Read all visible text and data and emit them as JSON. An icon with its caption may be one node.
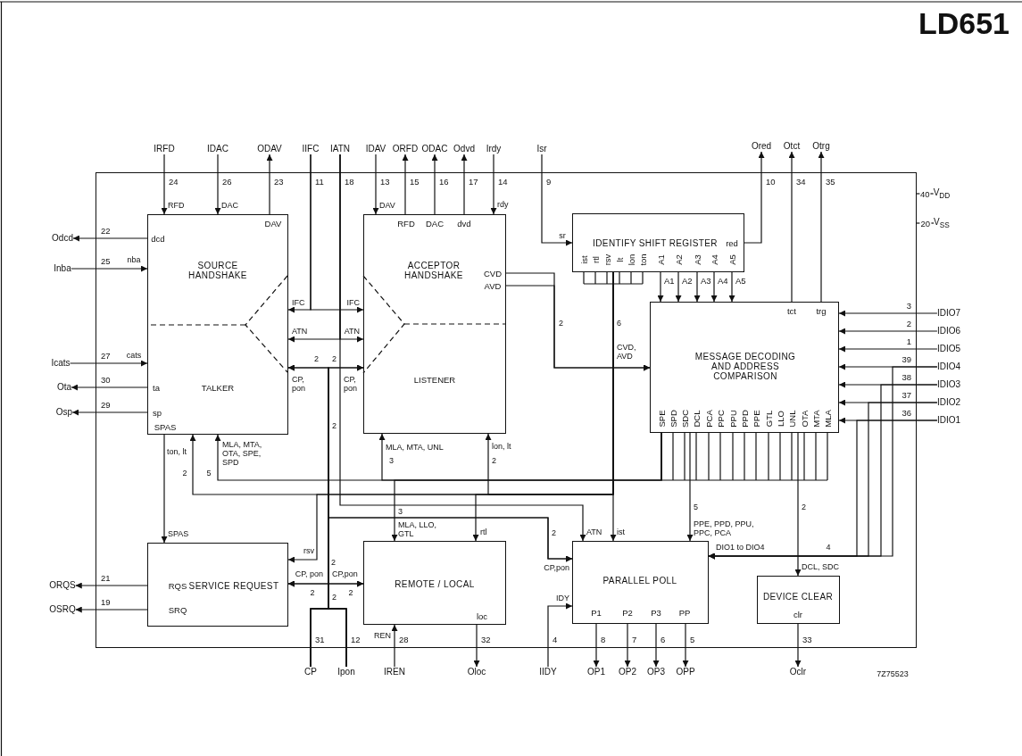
{
  "diagram": {
    "title": "LD651",
    "nodes": [
      {
        "text": [],
        "shape": "box"
      },
      {
        "text": [
          "DAV",
          "dcd",
          "SOURCE HANDSHAKE",
          "ta",
          "TALKER",
          "sp",
          "SPAS"
        ],
        "in": 0
      },
      {
        "text": [
          "RFD",
          "DAC",
          "dvd",
          "ACCEPTOR HANDSHAKE",
          "CVD",
          "AVD",
          "LISTENER"
        ],
        "in": 0
      },
      {
        "text": [
          "IDENTIFY SHIFT REGISTER",
          "red",
          "ist",
          "rtl",
          "rsv",
          "lt",
          "lon",
          "ton",
          "A1",
          "A2",
          "A3",
          "A4",
          "A5"
        ],
        "in": 0
      },
      {
        "text": [
          "tct",
          "trg",
          "MESSAGE DECODING AND ADDRESS COMPARISON",
          "SPE",
          "SPD",
          "SDC",
          "DCL",
          "PCA",
          "PPC",
          "PPU",
          "PPD",
          "PPE",
          "GTL",
          "LLO",
          "UNL",
          "OTA",
          "MTA",
          "MLA"
        ],
        "in": 0
      },
      {
        "text": [
          "RQS",
          "SERVICE REQUEST",
          "SRQ"
        ],
        "in": 0
      },
      {
        "text": [
          "REMOTE / LOCAL",
          "loc"
        ],
        "in": 0
      },
      {
        "text": [
          "PARALLEL POLL",
          "P1",
          "P2",
          "P3",
          "PP"
        ],
        "in": 0
      },
      {
        "text": [
          "DEVICE CLEAR",
          "clr"
        ],
        "in": 0
      },
      {
        "text": [
          "IRFD"
        ]
      },
      {
        "text": [
          "IDAC"
        ]
      },
      {
        "text": [
          "ODAV"
        ]
      },
      {
        "text": [
          "IIFC"
        ]
      },
      {
        "text": [
          "IATN"
        ]
      },
      {
        "text": [
          "IDAV"
        ]
      },
      {
        "text": [
          "ORFD"
        ]
      },
      {
        "text": [
          "ODAC"
        ]
      },
      {
        "text": [
          "Odvd"
        ]
      },
      {
        "text": [
          "Irdy"
        ]
      },
      {
        "text": [
          "Isr"
        ]
      },
      {
        "text": [
          "Ored"
        ]
      },
      {
        "text": [
          "Otct"
        ]
      },
      {
        "text": [
          "Otrg"
        ]
      },
      {
        "text": [
          "Odcd"
        ]
      },
      {
        "text": [
          "Inba"
        ]
      },
      {
        "text": [
          "Icats"
        ]
      },
      {
        "text": [
          "Ota"
        ]
      },
      {
        "text": [
          "Osp"
        ]
      },
      {
        "text": [
          "ORQS"
        ]
      },
      {
        "text": [
          "OSRQ"
        ]
      },
      {
        "text": [
          "V$_{DD}$"
        ]
      },
      {
        "text": [
          "V$_{SS}$"
        ]
      },
      {
        "text": [
          "IDIO7"
        ]
      },
      {
        "text": [
          "IDIO6"
        ]
      },
      {
        "text": [
          "IDIO5"
        ]
      },
      {
        "text": [
          "IDIO4"
        ]
      },
      {
        "text": [
          "IDIO3"
        ]
      },
      {
        "text": [
          "IDIO2"
        ]
      },
      {
        "text": [
          "IDIO1"
        ]
      },
      {
        "text": [
          "CP"
        ]
      },
      {
        "text": [
          "Ipon"
        ]
      },
      {
        "text": [
          "IREN"
        ]
      },
      {
        "text": [
          "Oloc"
        ]
      },
      {
        "text": [
          "IIDY"
        ]
      },
      {
        "text": [
          "OP1"
        ]
      },
      {
        "text": [
          "OP2"
        ]
      },
      {
        "text": [
          "OP3"
        ]
      },
      {
        "text": [
          "OPP"
        ]
      },
      {
        "text": [
          "Oclr"
        ]
      }
    ],
    "edges": [
      {
        "from": 9,
        "to": 1,
        "arrow": "to",
        "label": "24"
      },
      {
        "from": 10,
        "to": 1,
        "arrow": "to",
        "label": "26"
      },
      {
        "from": 1,
        "to": 11,
        "arrow": "to",
        "label": "23"
      },
      {
        "from": 12,
        "to": 1,
        "arrow": "to",
        "label": "11"
      },
      {
        "from": 12,
        "to": 2,
        "arrow": "to"
      },
      {
        "from": 13,
        "to": 1,
        "arrow": "to",
        "label": "18"
      },
      {
        "from": 13,
        "to": 2,
        "arrow": "to"
      },
      {
        "from": 13,
        "to": 7,
        "arrow": "to"
      },
      {
        "from": 14,
        "to": 2,
        "arrow": "to",
        "label": "13"
      },
      {
        "from": 2,
        "to": 15,
        "arrow": "to",
        "label": "15"
      },
      {
        "from": 2,
        "to": 16,
        "arrow": "to",
        "label": "16"
      },
      {
        "from": 2,
        "to": 17,
        "arrow": "to",
        "label": "17"
      },
      {
        "from": 18,
        "to": 2,
        "arrow": "to",
        "label": "14"
      },
      {
        "from": 19,
        "to": 3,
        "arrow": "to",
        "label": "9"
      },
      {
        "from": 3,
        "to": 20,
        "arrow": "to",
        "label": "10"
      },
      {
        "from": 4,
        "to": 21,
        "arrow": "to",
        "label": "34"
      },
      {
        "from": 4,
        "to": 22,
        "arrow": "to",
        "label": "35"
      },
      {
        "from": 1,
        "to": 23,
        "arrow": "to",
        "label": "22"
      },
      {
        "from": 24,
        "to": 1,
        "arrow": "to",
        "label": "25"
      },
      {
        "from": 25,
        "to": 1,
        "arrow": "to",
        "label": "27"
      },
      {
        "from": 1,
        "to": 26,
        "arrow": "to",
        "label": "30"
      },
      {
        "from": 1,
        "to": 27,
        "arrow": "to",
        "label": "29"
      },
      {
        "from": 5,
        "to": 28,
        "arrow": "to",
        "label": "21"
      },
      {
        "from": 5,
        "to": 29,
        "arrow": "to",
        "label": "19"
      },
      {
        "from": 0,
        "to": 30,
        "arrow": "none",
        "label": "40"
      },
      {
        "from": 0,
        "to": 31,
        "arrow": "none",
        "label": "20"
      },
      {
        "from": 32,
        "to": 4,
        "arrow": "to",
        "label": "3"
      },
      {
        "from": 33,
        "to": 4,
        "arrow": "to",
        "label": "2"
      },
      {
        "from": 34,
        "to": 4,
        "arrow": "to",
        "label": "1"
      },
      {
        "from": 35,
        "to": 4,
        "arrow": "to",
        "label": "39"
      },
      {
        "from": 36,
        "to": 4,
        "arrow": "to",
        "label": "38"
      },
      {
        "from": 37,
        "to": 4,
        "arrow": "to",
        "label": "37"
      },
      {
        "from": 38,
        "to": 4,
        "arrow": "to",
        "label": "36"
      },
      {
        "from": 39,
        "to": 1,
        "arrow": "to",
        "label": "31"
      },
      {
        "from": 39,
        "to": 2,
        "arrow": "to"
      },
      {
        "from": 39,
        "to": 5,
        "arrow": "to"
      },
      {
        "from": 39,
        "to": 6,
        "arrow": "to"
      },
      {
        "from": 39,
        "to": 7,
        "arrow": "to"
      },
      {
        "from": 40,
        "to": 1,
        "arrow": "to",
        "label": "12"
      },
      {
        "from": 40,
        "to": 2,
        "arrow": "to"
      },
      {
        "from": 40,
        "to": 5,
        "arrow": "to"
      },
      {
        "from": 40,
        "to": 6,
        "arrow": "to"
      },
      {
        "from": 40,
        "to": 7,
        "arrow": "to"
      },
      {
        "from": 41,
        "to": 6,
        "arrow": "to",
        "label": "28"
      },
      {
        "from": 6,
        "to": 42,
        "arrow": "to",
        "label": "32"
      },
      {
        "from": 43,
        "to": 7,
        "arrow": "to",
        "label": "4"
      },
      {
        "from": 7,
        "to": 44,
        "arrow": "to",
        "label": "8"
      },
      {
        "from": 7,
        "to": 45,
        "arrow": "to",
        "label": "7"
      },
      {
        "from": 7,
        "to": 46,
        "arrow": "to",
        "label": "6"
      },
      {
        "from": 7,
        "to": 47,
        "arrow": "to",
        "label": "5"
      },
      {
        "from": 8,
        "to": 48,
        "arrow": "to",
        "label": "33"
      },
      {
        "from": 2,
        "to": 4,
        "arrow": "to"
      },
      {
        "from": 2,
        "to": 4,
        "arrow": "to"
      },
      {
        "from": 3,
        "to": 4,
        "arrow": "to",
        "label": "A1"
      },
      {
        "from": 3,
        "to": 4,
        "arrow": "to",
        "label": "A2"
      },
      {
        "from": 3,
        "to": 4,
        "arrow": "to",
        "label": "A3"
      },
      {
        "from": 3,
        "to": 4,
        "arrow": "to",
        "label": "A4"
      },
      {
        "from": 3,
        "to": 4,
        "arrow": "to",
        "label": "A5"
      },
      {
        "from": 3,
        "to": 7,
        "arrow": "to"
      },
      {
        "from": 3,
        "to": 1,
        "arrow": "to"
      },
      {
        "from": 3,
        "to": 2,
        "arrow": "to"
      },
      {
        "from": 3,
        "to": 6,
        "arrow": "to"
      },
      {
        "from": 3,
        "to": 5,
        "arrow": "to"
      },
      {
        "from": 4,
        "to": 1,
        "arrow": "to"
      },
      {
        "from": 4,
        "to": 2,
        "arrow": "to"
      },
      {
        "from": 4,
        "to": 6,
        "arrow": "to"
      },
      {
        "from": 4,
        "to": 7,
        "arrow": "to"
      },
      {
        "from": 4,
        "to": 8,
        "arrow": "to"
      },
      {
        "from": 1,
        "to": 5,
        "arrow": "to"
      },
      {
        "from": 35,
        "to": 7,
        "arrow": "to"
      },
      {
        "from": 36,
        "to": 7,
        "arrow": "to"
      },
      {
        "from": 37,
        "to": 7,
        "arrow": "to"
      },
      {
        "from": 38,
        "to": 7,
        "arrow": "to"
      }
    ],
    "labels": [
      "RFD",
      "DAC",
      "nba",
      "cats",
      "IFC",
      "IFC",
      "ATN",
      "ATN",
      "2",
      "2",
      "CP, pon",
      "CP, pon",
      "DAV",
      "rdy",
      "sr",
      "2",
      "6",
      "CVD, AVD",
      "ton, lt",
      "2",
      "MLA, MTA, OTA, SPE, SPD",
      "5",
      "2",
      "MLA, MTA, UNL",
      "3",
      "lon, lt",
      "2",
      "3",
      "MLA, LLO, GTL",
      "rtl",
      "2",
      "ATN",
      "ist",
      "5",
      "PPE, PPD, PPU, PPC, PCA",
      "2",
      "DIO1 to DIO4",
      "4",
      "DCL, SDC",
      "SPAS",
      "rsv",
      "CP, pon",
      "2",
      "CP,pon",
      "2",
      "2",
      "2",
      "CP,pon",
      "IDY",
      "REN",
      "7Z75523"
    ]
  }
}
